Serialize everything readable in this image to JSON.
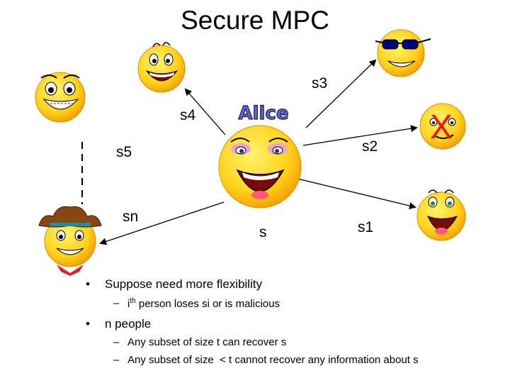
{
  "title": "Secure MPC",
  "center": {
    "name": "Alice",
    "label": "s"
  },
  "share_labels": {
    "s1": "s1",
    "s2": "s2",
    "s3": "s3",
    "s4": "s4",
    "s5": "s5",
    "sn": "sn"
  },
  "malicious_mark": "X",
  "bullets": [
    {
      "text": "Suppose need more flexibility",
      "subs": [
        {
          "prefix": "i",
          "sup": "th",
          "rest": " person loses si or is malicious"
        }
      ]
    },
    {
      "text": "n people",
      "subs": [
        {
          "text": "Any subset of size t can recover s"
        },
        {
          "text": "Any subset of size  < t cannot recover any information about s"
        }
      ]
    }
  ],
  "bullet_char": "•",
  "dash_char": "–",
  "colors": {
    "face": "#ffd21a",
    "face_edge": "#e08a00",
    "arrow": "#000000",
    "alice_text": "#5a68d8",
    "x_mark": "#e02020",
    "hat": "#8b4513"
  },
  "icons": [
    "smiley-face-icon",
    "sunglasses-face-icon",
    "cowboy-face-icon",
    "alice-face-icon"
  ]
}
